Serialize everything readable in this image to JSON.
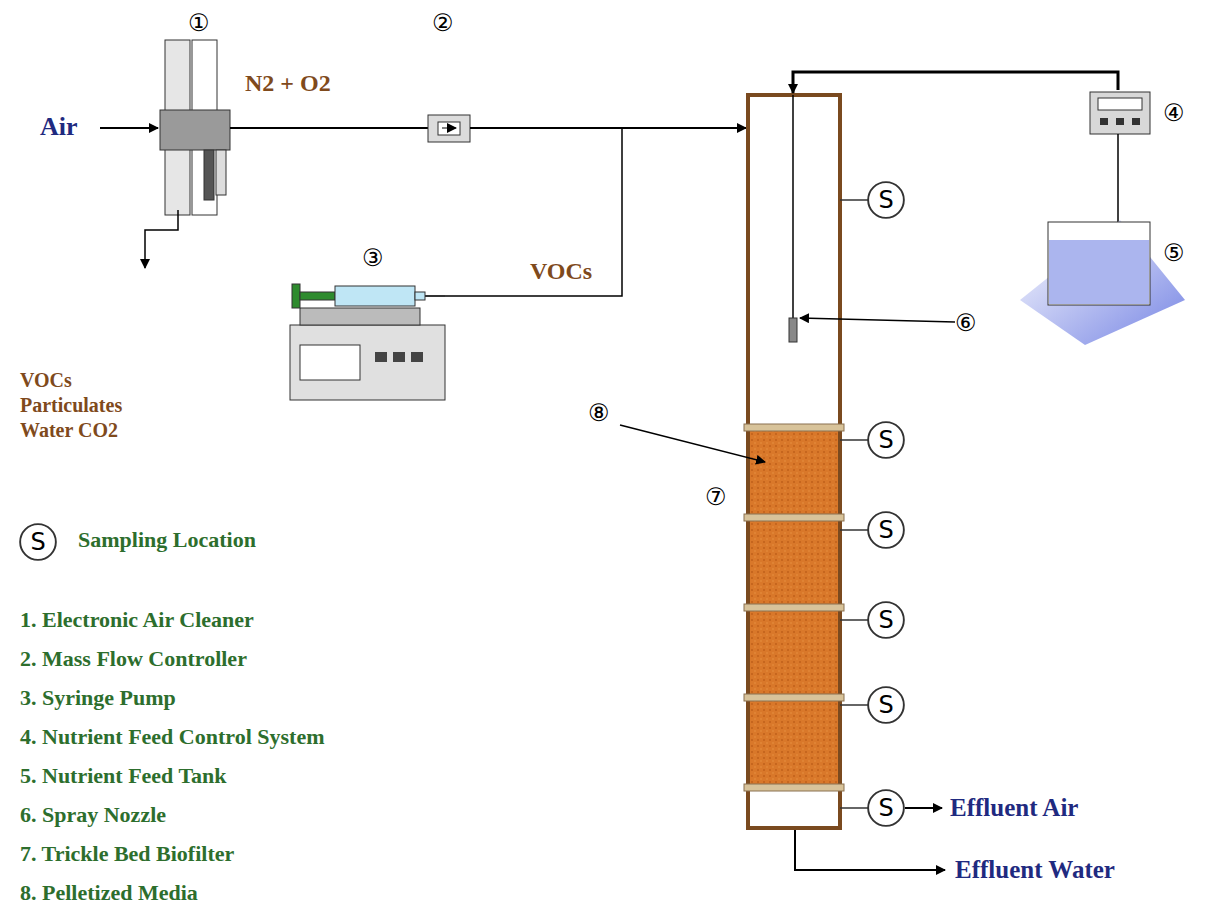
{
  "diagram": {
    "nodes": [
      {
        "text": [
          "S"
        ]
      },
      {
        "text": [
          "S"
        ]
      },
      {
        "text": [
          "S"
        ]
      },
      {
        "text": [
          "S"
        ]
      },
      {
        "text": [
          "S"
        ]
      },
      {
        "text": [
          "S"
        ]
      },
      {
        "text": [
          "S"
        ]
      }
    ],
    "labels": [
      "①",
      "②",
      "③",
      "④",
      "⑤",
      "⑥",
      "⑦",
      "⑧",
      "Air",
      "N2 + O2",
      "VOCs",
      "VOCs Particulates Water CO2",
      "Effluent Air",
      "Effluent Water",
      "1. Electronic Air Cleaner",
      "2. Mass Flow Controller",
      "3. Syringe Pump",
      "4. Nutrient Feed Control System",
      "5. Nutrient Feed Tank",
      "6. Spray Nozzle",
      "7. Trickle Bed Biofilter",
      "8. Pelletized Media"
    ],
    "legend": [
      {
        "text": "Sampling Location"
      }
    ]
  }
}
